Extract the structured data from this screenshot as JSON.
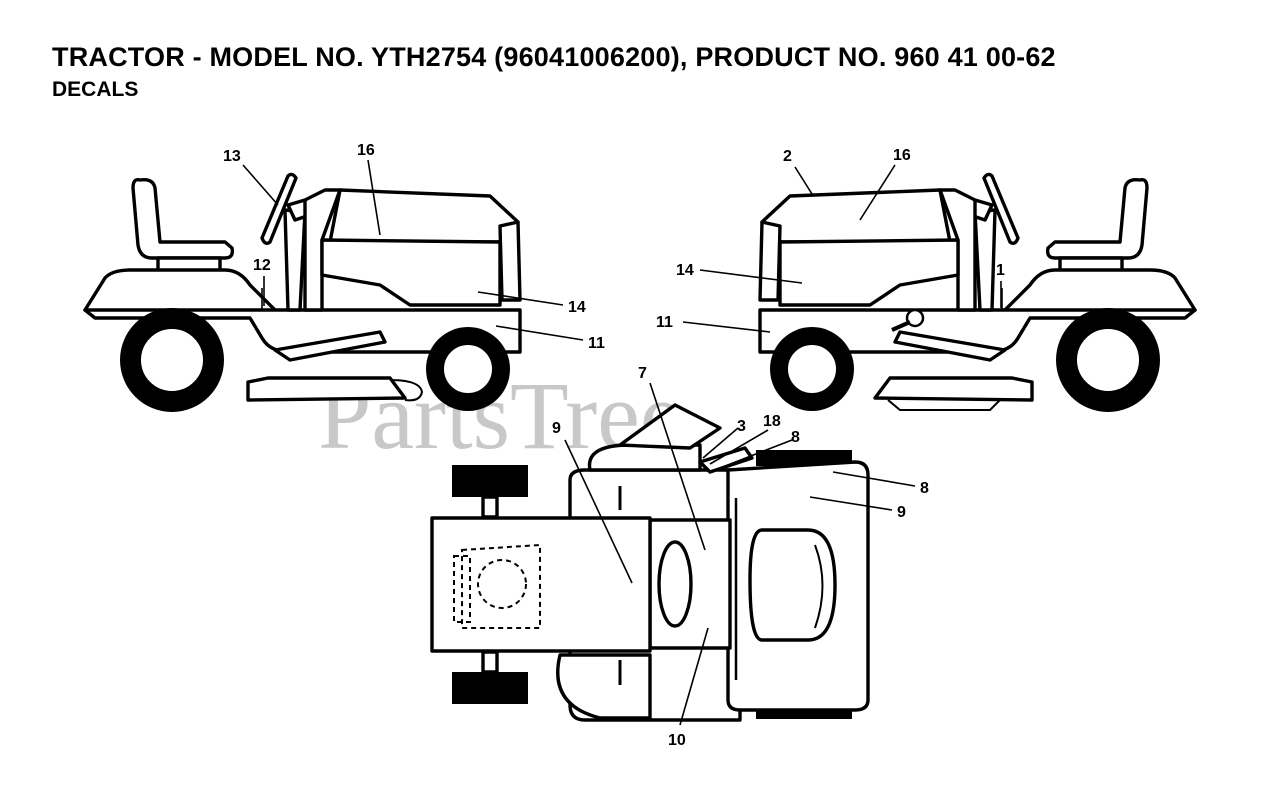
{
  "header": {
    "title": "TRACTOR - MODEL NO. YTH2754 (96041006200), PRODUCT NO. 960 41 00-62",
    "subtitle": "DECALS"
  },
  "watermark": {
    "text": "PartsTree",
    "trademark": "™"
  },
  "callouts": {
    "left_view": {
      "c13": "13",
      "c16": "16",
      "c12": "12",
      "c14": "14",
      "c11": "11"
    },
    "right_view": {
      "c2": "2",
      "c16": "16",
      "c14": "14",
      "c1": "1",
      "c11": "11"
    },
    "top_view": {
      "c7": "7",
      "c9a": "9",
      "c3": "3",
      "c18": "18",
      "c8a": "8",
      "c8b": "8",
      "c9b": "9",
      "c10": "10"
    }
  }
}
